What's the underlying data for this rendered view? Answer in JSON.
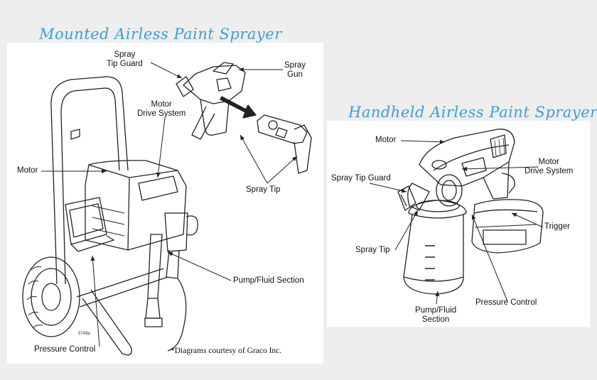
{
  "mounted": {
    "title": "Mounted Airless Paint Sprayer",
    "labels": {
      "spray_tip_guard_1": "Spray",
      "spray_tip_guard_2": "Tip Guard",
      "spray_gun_1": "Spray",
      "spray_gun_2": "Gun",
      "motor_drive_1": "Motor",
      "motor_drive_2": "Drive System",
      "motor": "Motor",
      "spray_tip": "Spray Tip",
      "pump_fluid": "Pump/Fluid Section",
      "pressure_control": "Pressure Control"
    },
    "figure_number": "5749a",
    "credit": "*Diagrams courtesy of Graco Inc."
  },
  "handheld": {
    "title": "Handheld Airless Paint Sprayer",
    "labels": {
      "motor": "Motor",
      "motor_drive_1": "Motor",
      "motor_drive_2": "Drive System",
      "spray_tip_guard": "Spray Tip Guard",
      "trigger": "Trigger",
      "spray_tip": "Spray Tip",
      "pressure_control": "Pressure Control",
      "pump_fluid_1": "Pump/Fluid",
      "pump_fluid_2": "Section"
    }
  },
  "colors": {
    "title": "#3aa0d8",
    "line": "#222222",
    "background": "#eeeeee",
    "panel": "#ffffff"
  }
}
